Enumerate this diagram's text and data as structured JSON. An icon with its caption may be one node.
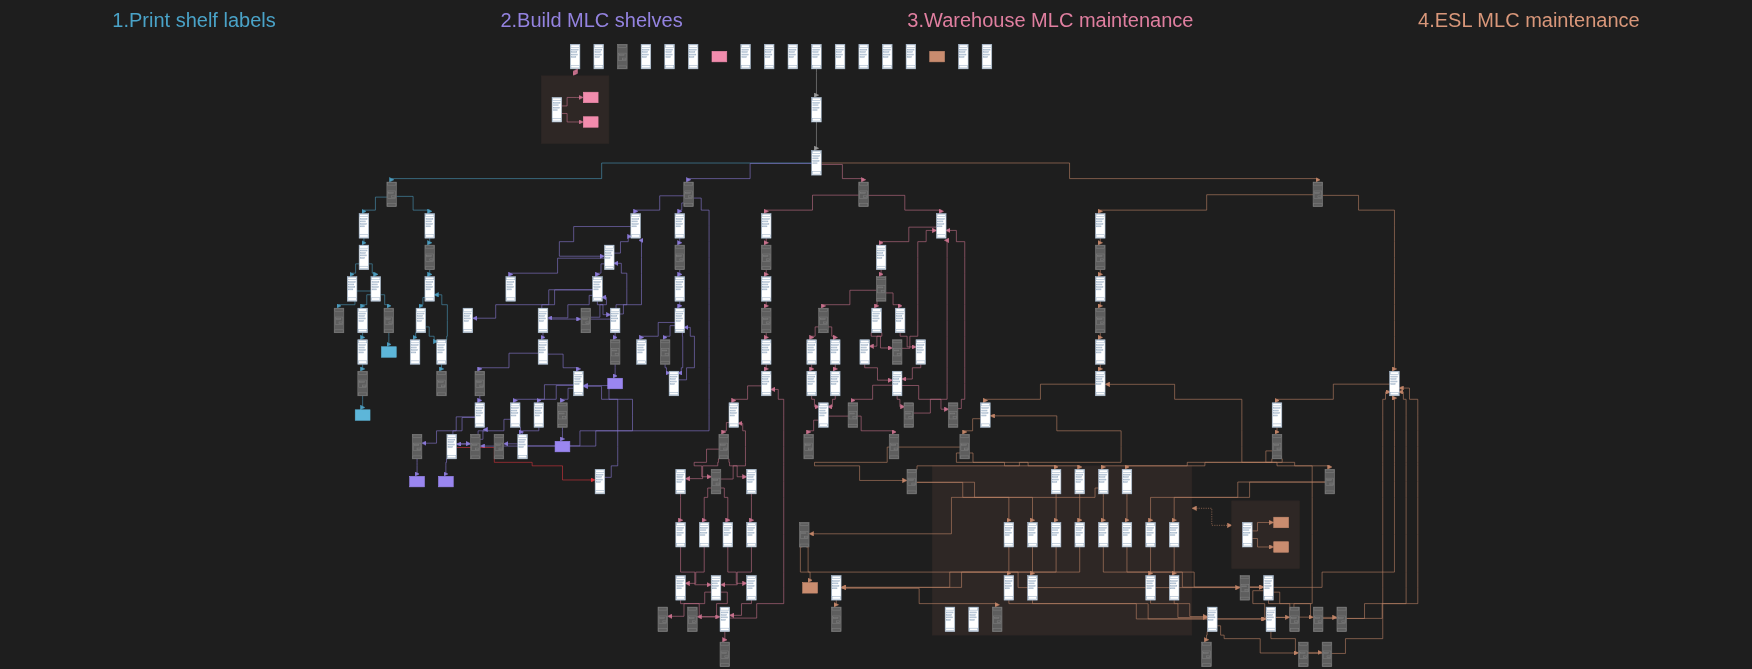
{
  "diagram": {
    "labels": [
      "1.Print shelf labels",
      "2.Build MLC shelves",
      "3.Warehouse MLC maintenance",
      "4.ESL MLC maintenance"
    ],
    "nodes": [
      {
        "text": [],
        "shape": "picture"
      },
      {
        "text": [],
        "shape": "picture"
      },
      {
        "text": [],
        "shape": "picture"
      },
      {
        "text": [],
        "shape": "picture"
      },
      {
        "text": [],
        "shape": "picture"
      },
      {
        "text": [],
        "shape": "picture"
      },
      {
        "text": [],
        "shape": "picture"
      },
      {
        "text": [],
        "shape": "picture"
      },
      {
        "text": [],
        "shape": "picture"
      },
      {
        "text": [],
        "shape": "picture"
      },
      {
        "text": [],
        "shape": "picture"
      },
      {
        "text": [],
        "shape": "picture"
      },
      {
        "text": [],
        "shape": "picture"
      },
      {
        "text": [],
        "shape": "box"
      },
      {
        "text": [],
        "shape": "picture"
      },
      {
        "text": [],
        "shape": "box"
      },
      {
        "text": [],
        "shape": "picture"
      },
      {
        "text": [],
        "shape": "picture"
      },
      {
        "text": [],
        "shape": "picture"
      },
      {
        "text": [],
        "shape": "picture"
      },
      {
        "text": [],
        "shape": "picture"
      },
      {
        "text": [],
        "shape": "picture"
      },
      {
        "text": [],
        "shape": "picture"
      },
      {
        "text": [],
        "shape": "picture"
      },
      {
        "text": [],
        "shape": "picture"
      },
      {
        "text": [],
        "shape": "picture"
      },
      {
        "text": [],
        "shape": "picture"
      },
      {
        "text": [],
        "shape": "picture"
      },
      {
        "text": [],
        "shape": "picture"
      },
      {
        "text": [],
        "shape": "picture"
      },
      {
        "text": [],
        "shape": "picture"
      },
      {
        "text": [],
        "shape": "picture"
      },
      {
        "text": [],
        "shape": "picture"
      },
      {
        "text": [],
        "shape": "picture"
      },
      {
        "text": [],
        "shape": "picture"
      },
      {
        "text": [],
        "shape": "picture"
      },
      {
        "text": [],
        "shape": "picture"
      },
      {
        "text": [],
        "shape": "box"
      },
      {
        "text": [],
        "shape": "picture"
      },
      {
        "text": [],
        "shape": "picture"
      },
      {
        "text": [],
        "shape": "picture"
      },
      {
        "text": [],
        "shape": "picture"
      },
      {
        "text": [],
        "shape": "picture"
      },
      {
        "text": [],
        "shape": "picture"
      },
      {
        "text": [],
        "shape": "picture"
      },
      {
        "text": [],
        "shape": "picture"
      },
      {
        "text": [],
        "shape": "box"
      },
      {
        "text": [],
        "shape": "picture"
      },
      {
        "text": [],
        "shape": "box"
      },
      {
        "text": [],
        "shape": "picture"
      },
      {
        "text": [],
        "shape": "box"
      },
      {
        "text": [],
        "shape": "picture"
      },
      {
        "text": [],
        "shape": "picture"
      },
      {
        "text": [],
        "shape": "picture"
      },
      {
        "text": [],
        "shape": "picture"
      },
      {
        "text": [],
        "shape": "picture"
      },
      {
        "text": [],
        "shape": "picture"
      },
      {
        "text": [],
        "shape": "picture"
      },
      {
        "text": [],
        "shape": "picture"
      },
      {
        "text": [],
        "shape": "picture"
      },
      {
        "text": [],
        "shape": "picture"
      },
      {
        "text": [],
        "shape": "picture"
      },
      {
        "text": [],
        "shape": "picture"
      },
      {
        "text": [],
        "shape": "picture"
      },
      {
        "text": [],
        "shape": "picture"
      },
      {
        "text": [],
        "shape": "picture"
      },
      {
        "text": [],
        "shape": "picture"
      },
      {
        "text": [],
        "shape": "picture"
      },
      {
        "text": [],
        "shape": "picture"
      },
      {
        "text": [],
        "shape": "picture"
      },
      {
        "text": [],
        "shape": "picture"
      },
      {
        "text": [],
        "shape": "picture"
      },
      {
        "text": [],
        "shape": "picture"
      },
      {
        "text": [],
        "shape": "picture"
      },
      {
        "text": [],
        "shape": "picture"
      },
      {
        "text": [],
        "shape": "picture"
      },
      {
        "text": [],
        "shape": "box"
      },
      {
        "text": [],
        "shape": "picture"
      },
      {
        "text": [],
        "shape": "picture"
      },
      {
        "text": [],
        "shape": "picture"
      },
      {
        "text": [],
        "shape": "picture"
      },
      {
        "text": [],
        "shape": "picture"
      },
      {
        "text": [],
        "shape": "picture"
      },
      {
        "text": [],
        "shape": "picture"
      },
      {
        "text": [],
        "shape": "picture"
      },
      {
        "text": [],
        "shape": "picture"
      },
      {
        "text": [],
        "shape": "picture"
      },
      {
        "text": [],
        "shape": "picture"
      },
      {
        "text": [],
        "shape": "picture"
      },
      {
        "text": [],
        "shape": "picture"
      },
      {
        "text": [],
        "shape": "picture"
      },
      {
        "text": [],
        "shape": "picture"
      },
      {
        "text": [],
        "shape": "picture"
      },
      {
        "text": [],
        "shape": "picture"
      },
      {
        "text": [],
        "shape": "picture"
      },
      {
        "text": [],
        "shape": "picture"
      },
      {
        "text": [],
        "shape": "picture"
      },
      {
        "text": [],
        "shape": "picture"
      },
      {
        "text": [],
        "shape": "picture"
      },
      {
        "text": [],
        "shape": "picture"
      },
      {
        "text": [],
        "shape": "picture"
      },
      {
        "text": [],
        "shape": "picture"
      },
      {
        "text": [],
        "shape": "picture"
      },
      {
        "text": [],
        "shape": "picture"
      },
      {
        "text": [],
        "shape": "picture"
      },
      {
        "text": [],
        "shape": "picture"
      },
      {
        "text": [],
        "shape": "picture"
      },
      {
        "text": [],
        "shape": "picture"
      },
      {
        "text": [],
        "shape": "picture"
      },
      {
        "text": [],
        "shape": "box"
      },
      {
        "text": [],
        "shape": "picture",
        "in": 109
      },
      {
        "text": [],
        "shape": "box",
        "in": 109
      },
      {
        "text": [],
        "shape": "box",
        "in": 109
      },
      {
        "text": [],
        "shape": "picture"
      },
      {
        "text": [],
        "shape": "picture"
      },
      {
        "text": [],
        "shape": "picture"
      },
      {
        "text": [],
        "shape": "picture"
      },
      {
        "text": [],
        "shape": "picture"
      },
      {
        "text": [],
        "shape": "picture"
      },
      {
        "text": [],
        "shape": "picture"
      },
      {
        "text": [],
        "shape": "picture"
      },
      {
        "text": [],
        "shape": "picture"
      },
      {
        "text": [],
        "shape": "picture"
      },
      {
        "text": [],
        "shape": "picture"
      },
      {
        "text": [],
        "shape": "picture"
      },
      {
        "text": [],
        "shape": "picture"
      },
      {
        "text": [],
        "shape": "picture"
      },
      {
        "text": [],
        "shape": "picture"
      },
      {
        "text": [],
        "shape": "box"
      },
      {
        "text": [],
        "shape": "picture"
      },
      {
        "text": [],
        "shape": "box"
      },
      {
        "text": [],
        "shape": "picture",
        "in": 130
      },
      {
        "text": [],
        "shape": "picture",
        "in": 130
      },
      {
        "text": [],
        "shape": "picture",
        "in": 130
      },
      {
        "text": [],
        "shape": "picture",
        "in": 130
      },
      {
        "text": [],
        "shape": "box"
      },
      {
        "text": [],
        "shape": "picture",
        "in": 130
      },
      {
        "text": [],
        "shape": "picture",
        "in": 130
      },
      {
        "text": [],
        "shape": "picture",
        "in": 130
      },
      {
        "text": [],
        "shape": "picture",
        "in": 130
      },
      {
        "text": [],
        "shape": "picture"
      },
      {
        "text": [],
        "shape": "picture"
      },
      {
        "text": [],
        "shape": "picture"
      },
      {
        "text": [],
        "shape": "picture"
      },
      {
        "text": [],
        "shape": "picture"
      },
      {
        "text": [],
        "shape": "picture"
      },
      {
        "text": [],
        "shape": "picture"
      },
      {
        "text": [],
        "shape": "picture"
      },
      {
        "text": [],
        "shape": "picture"
      },
      {
        "text": [],
        "shape": "picture"
      },
      {
        "text": [],
        "shape": "picture"
      },
      {
        "text": [],
        "shape": "picture"
      },
      {
        "text": [],
        "shape": "picture"
      },
      {
        "text": [],
        "shape": "picture",
        "in": 130
      },
      {
        "text": [],
        "shape": "picture",
        "in": 130
      },
      {
        "text": [],
        "shape": "picture",
        "in": 130
      },
      {
        "text": [],
        "shape": "picture",
        "in": 130
      },
      {
        "text": [],
        "shape": "picture",
        "in": 130
      },
      {
        "text": [],
        "shape": "picture",
        "in": 130
      },
      {
        "text": [],
        "shape": "picture",
        "in": 130
      },
      {
        "text": [],
        "shape": "picture",
        "in": 130
      },
      {
        "text": [],
        "shape": "picture",
        "in": 130
      },
      {
        "text": [],
        "shape": "picture",
        "in": 130
      },
      {
        "text": [],
        "shape": "picture",
        "in": 130
      },
      {
        "text": [],
        "shape": "picture"
      },
      {
        "text": [],
        "shape": "picture"
      },
      {
        "text": [],
        "shape": "picture"
      },
      {
        "text": [],
        "shape": "picture"
      },
      {
        "text": [],
        "shape": "box"
      },
      {
        "text": [],
        "shape": "picture",
        "in": 168
      },
      {
        "text": [],
        "shape": "box",
        "in": 168
      },
      {
        "text": [],
        "shape": "box",
        "in": 168
      }
    ],
    "edges": [
      {
        "from": 0,
        "to": 2,
        "arrow": "to",
        "color": "#9a9a9a"
      },
      {
        "from": 2,
        "to": 3,
        "arrow": "to",
        "color": "#9a9a9a"
      },
      {
        "from": 3,
        "to": 4,
        "arrow": "to",
        "color": "#4c9bbd"
      },
      {
        "from": 4,
        "to": 5,
        "arrow": "to",
        "color": "#4c9bbd"
      },
      {
        "from": 4,
        "to": 16,
        "arrow": "to",
        "color": "#4c9bbd"
      },
      {
        "from": 5,
        "to": 6,
        "arrow": "to",
        "color": "#4c9bbd"
      },
      {
        "from": 6,
        "to": 7,
        "arrow": "to",
        "color": "#4c9bbd"
      },
      {
        "from": 6,
        "to": 8,
        "arrow": "to",
        "color": "#4c9bbd"
      },
      {
        "from": 8,
        "to": 9,
        "arrow": "to",
        "color": "#4c9bbd"
      },
      {
        "from": 8,
        "to": 10,
        "arrow": "to",
        "color": "#4c9bbd"
      },
      {
        "from": 10,
        "to": 11,
        "arrow": "to",
        "color": "#4c9bbd"
      },
      {
        "from": 11,
        "to": 12,
        "arrow": "to",
        "color": "#4c9bbd"
      },
      {
        "from": 12,
        "to": 13,
        "arrow": "to",
        "color": "#4c9bbd"
      },
      {
        "from": 8,
        "to": 14,
        "arrow": "to",
        "color": "#4c9bbd"
      },
      {
        "from": 14,
        "to": 15,
        "arrow": "to",
        "color": "#4c9bbd"
      },
      {
        "from": 16,
        "to": 17,
        "arrow": "to",
        "color": "#4c9bbd"
      },
      {
        "from": 17,
        "to": 18,
        "arrow": "to",
        "color": "#4c9bbd"
      },
      {
        "from": 18,
        "to": 19,
        "arrow": "to",
        "color": "#4c9bbd"
      },
      {
        "from": 19,
        "to": 20,
        "arrow": "to",
        "color": "#4c9bbd"
      },
      {
        "from": 19,
        "to": 21,
        "arrow": "to",
        "color": "#4c9bbd"
      },
      {
        "from": 21,
        "to": 22,
        "arrow": "to",
        "color": "#4c9bbd"
      },
      {
        "from": 21,
        "to": 18,
        "arrow": "to",
        "color": "#4c9bbd"
      },
      {
        "from": 3,
        "to": 23,
        "arrow": "to",
        "color": "#8a7ad6"
      },
      {
        "from": 23,
        "to": 24,
        "arrow": "to",
        "color": "#8a7ad6"
      },
      {
        "from": 23,
        "to": 52,
        "arrow": "to",
        "color": "#8a7ad6"
      },
      {
        "from": 23,
        "to": 38,
        "arrow": "to",
        "color": "#8a7ad6"
      },
      {
        "from": 24,
        "to": 25,
        "arrow": "to",
        "color": "#8a7ad6"
      },
      {
        "from": 25,
        "to": 24,
        "arrow": "to",
        "color": "#8a7ad6"
      },
      {
        "from": 28,
        "to": 24,
        "arrow": "to",
        "color": "#8a7ad6"
      },
      {
        "from": 25,
        "to": 26,
        "arrow": "to",
        "color": "#8a7ad6"
      },
      {
        "from": 25,
        "to": 29,
        "arrow": "to",
        "color": "#8a7ad6"
      },
      {
        "from": 33,
        "to": 25,
        "arrow": "to",
        "color": "#8a7ad6"
      },
      {
        "from": 29,
        "to": 28,
        "arrow": "to",
        "color": "#8a7ad6"
      },
      {
        "from": 28,
        "to": 29,
        "arrow": "to",
        "color": "#8a7ad6"
      },
      {
        "from": 29,
        "to": 31,
        "arrow": "to",
        "color": "#8a7ad6"
      },
      {
        "from": 29,
        "to": 32,
        "arrow": "to",
        "color": "#8a7ad6"
      },
      {
        "from": 29,
        "to": 33,
        "arrow": "to",
        "color": "#8a7ad6"
      },
      {
        "from": 32,
        "to": 35,
        "arrow": "to",
        "color": "#8a7ad6"
      },
      {
        "from": 33,
        "to": 36,
        "arrow": "to",
        "color": "#8a7ad6"
      },
      {
        "from": 36,
        "to": 37,
        "arrow": "to",
        "color": "#8a7ad6"
      },
      {
        "from": 35,
        "to": 34,
        "arrow": "to",
        "color": "#8a7ad6"
      },
      {
        "from": 34,
        "to": 39,
        "arrow": "to",
        "color": "#8a7ad6"
      },
      {
        "from": 38,
        "to": 39,
        "arrow": "to",
        "color": "#8a7ad6"
      },
      {
        "from": 39,
        "to": 38,
        "arrow": "to",
        "color": "#8a7ad6"
      },
      {
        "from": 35,
        "to": 42,
        "arrow": "to",
        "color": "#8a7ad6"
      },
      {
        "from": 42,
        "to": 43,
        "arrow": "to",
        "color": "#8a7ad6"
      },
      {
        "from": 42,
        "to": 41,
        "arrow": "to",
        "color": "#8a7ad6"
      },
      {
        "from": 41,
        "to": 40,
        "arrow": "to",
        "color": "#8a7ad6"
      },
      {
        "from": 39,
        "to": 45,
        "arrow": "to",
        "color": "#8a7ad6"
      },
      {
        "from": 45,
        "to": 46,
        "arrow": "to",
        "color": "#8a7ad6"
      },
      {
        "from": 42,
        "to": 47,
        "arrow": "to",
        "color": "#8a7ad6"
      },
      {
        "from": 47,
        "to": 48,
        "arrow": "to",
        "color": "#8a7ad6"
      },
      {
        "from": 43,
        "to": 49,
        "arrow": "to",
        "color": "#8a7ad6"
      },
      {
        "from": 49,
        "to": 50,
        "arrow": "to",
        "color": "#8a7ad6"
      },
      {
        "from": 49,
        "to": 51,
        "arrow": "to",
        "color": "#d9363e"
      },
      {
        "from": 51,
        "to": 42,
        "arrow": "to",
        "color": "#8a7ad6"
      },
      {
        "from": 43,
        "to": 44,
        "arrow": "to",
        "color": "#8a7ad6"
      },
      {
        "from": 44,
        "to": 42,
        "arrow": "to",
        "color": "#8a7ad6"
      },
      {
        "from": 52,
        "to": 53,
        "arrow": "to",
        "color": "#8a7ad6"
      },
      {
        "from": 53,
        "to": 54,
        "arrow": "to",
        "color": "#8a7ad6"
      },
      {
        "from": 54,
        "to": 55,
        "arrow": "to",
        "color": "#8a7ad6"
      },
      {
        "from": 55,
        "to": 56,
        "arrow": "to",
        "color": "#8a7ad6"
      },
      {
        "from": 55,
        "to": 57,
        "arrow": "to",
        "color": "#8a7ad6"
      },
      {
        "from": 57,
        "to": 58,
        "arrow": "to",
        "color": "#8a7ad6"
      },
      {
        "from": 55,
        "to": 58,
        "arrow": "to",
        "color": "#8a7ad6"
      },
      {
        "from": 58,
        "to": 55,
        "arrow": "to",
        "color": "#8a7ad6"
      },
      {
        "from": 3,
        "to": 59,
        "arrow": "to",
        "color": "#c7718c"
      },
      {
        "from": 59,
        "to": 60,
        "arrow": "to",
        "color": "#c7718c"
      },
      {
        "from": 60,
        "to": 61,
        "arrow": "to",
        "color": "#c7718c"
      },
      {
        "from": 61,
        "to": 62,
        "arrow": "to",
        "color": "#c7718c"
      },
      {
        "from": 62,
        "to": 63,
        "arrow": "to",
        "color": "#c7718c"
      },
      {
        "from": 63,
        "to": 64,
        "arrow": "to",
        "color": "#c7718c"
      },
      {
        "from": 59,
        "to": 65,
        "arrow": "to",
        "color": "#c7718c"
      },
      {
        "from": 65,
        "to": 67,
        "arrow": "to",
        "color": "#c7718c"
      },
      {
        "from": 67,
        "to": 69,
        "arrow": "to",
        "color": "#c7718c"
      },
      {
        "from": 69,
        "to": 70,
        "arrow": "to",
        "color": "#c7718c"
      },
      {
        "from": 69,
        "to": 72,
        "arrow": "to",
        "color": "#c7718c"
      },
      {
        "from": 69,
        "to": 73,
        "arrow": "to",
        "color": "#c7718c"
      },
      {
        "from": 70,
        "to": 74,
        "arrow": "to",
        "color": "#c7718c"
      },
      {
        "from": 70,
        "to": 75,
        "arrow": "to",
        "color": "#c7718c"
      },
      {
        "from": 71,
        "to": 65,
        "arrow": "to",
        "color": "#c7718c"
      },
      {
        "from": 72,
        "to": 71,
        "arrow": "to",
        "color": "#c7718c"
      },
      {
        "from": 72,
        "to": 77,
        "arrow": "to",
        "color": "#c7718c"
      },
      {
        "from": 73,
        "to": 78,
        "arrow": "to",
        "color": "#c7718c"
      },
      {
        "from": 74,
        "to": 79,
        "arrow": "to",
        "color": "#c7718c"
      },
      {
        "from": 75,
        "to": 80,
        "arrow": "to",
        "color": "#c7718c"
      },
      {
        "from": 77,
        "to": 82,
        "arrow": "to",
        "color": "#c7718c"
      },
      {
        "from": 78,
        "to": 82,
        "arrow": "to",
        "color": "#c7718c"
      },
      {
        "from": 79,
        "to": 84,
        "arrow": "to",
        "color": "#c7718c"
      },
      {
        "from": 80,
        "to": 84,
        "arrow": "to",
        "color": "#c7718c"
      },
      {
        "from": 82,
        "to": 83,
        "arrow": "to",
        "color": "#c7718c"
      },
      {
        "from": 84,
        "to": 85,
        "arrow": "to",
        "color": "#c7718c"
      },
      {
        "from": 82,
        "to": 86,
        "arrow": "to",
        "color": "#c7718c"
      },
      {
        "from": 84,
        "to": 87,
        "arrow": "to",
        "color": "#c7718c"
      },
      {
        "from": 82,
        "to": 81,
        "arrow": "to",
        "color": "#c7718c"
      },
      {
        "from": 86,
        "to": 65,
        "arrow": "to",
        "color": "#c7718c"
      },
      {
        "from": 81,
        "to": 65,
        "arrow": "to",
        "color": "#c7718c"
      },
      {
        "from": 64,
        "to": 88,
        "arrow": "to",
        "color": "#c7718c"
      },
      {
        "from": 107,
        "to": 88,
        "arrow": "to",
        "color": "#c7718c"
      },
      {
        "from": 88,
        "to": 90,
        "arrow": "to",
        "color": "#c7718c"
      },
      {
        "from": 90,
        "to": 92,
        "arrow": "to",
        "color": "#c7718c"
      },
      {
        "from": 92,
        "to": 93,
        "arrow": "to",
        "color": "#c7718c"
      },
      {
        "from": 93,
        "to": 90,
        "arrow": "to",
        "color": "#c7718c"
      },
      {
        "from": 92,
        "to": 94,
        "arrow": "to",
        "color": "#c7718c"
      },
      {
        "from": 92,
        "to": 95,
        "arrow": "to",
        "color": "#c7718c"
      },
      {
        "from": 93,
        "to": 96,
        "arrow": "to",
        "color": "#c7718c"
      },
      {
        "from": 93,
        "to": 97,
        "arrow": "to",
        "color": "#c7718c"
      },
      {
        "from": 94,
        "to": 100,
        "arrow": "to",
        "color": "#c7718c"
      },
      {
        "from": 95,
        "to": 101,
        "arrow": "to",
        "color": "#c7718c"
      },
      {
        "from": 96,
        "to": 102,
        "arrow": "to",
        "color": "#c7718c"
      },
      {
        "from": 97,
        "to": 103,
        "arrow": "to",
        "color": "#c7718c"
      },
      {
        "from": 100,
        "to": 105,
        "arrow": "to",
        "color": "#c7718c"
      },
      {
        "from": 101,
        "to": 105,
        "arrow": "to",
        "color": "#c7718c"
      },
      {
        "from": 102,
        "to": 107,
        "arrow": "to",
        "color": "#c7718c"
      },
      {
        "from": 103,
        "to": 107,
        "arrow": "to",
        "color": "#c7718c"
      },
      {
        "from": 105,
        "to": 106,
        "arrow": "to",
        "color": "#c7718c"
      },
      {
        "from": 107,
        "to": 108,
        "arrow": "to",
        "color": "#c7718c"
      },
      {
        "from": 105,
        "to": 104,
        "arrow": "to",
        "color": "#c7718c"
      },
      {
        "from": 99,
        "to": 109,
        "arrow": "both",
        "style": "dashed",
        "color": "#c7718c"
      },
      {
        "from": 110,
        "to": 111,
        "arrow": "to",
        "color": "#c7718c"
      },
      {
        "from": 110,
        "to": 112,
        "arrow": "to",
        "color": "#c7718c"
      },
      {
        "from": 3,
        "to": 115,
        "arrow": "to",
        "color": "#c08468"
      },
      {
        "from": 115,
        "to": 116,
        "arrow": "to",
        "color": "#c08468"
      },
      {
        "from": 116,
        "to": 117,
        "arrow": "to",
        "color": "#c08468"
      },
      {
        "from": 117,
        "to": 118,
        "arrow": "to",
        "color": "#c08468"
      },
      {
        "from": 118,
        "to": 119,
        "arrow": "to",
        "color": "#c08468"
      },
      {
        "from": 119,
        "to": 120,
        "arrow": "to",
        "color": "#c08468"
      },
      {
        "from": 115,
        "to": 121,
        "arrow": "to",
        "color": "#c08468"
      },
      {
        "from": 121,
        "to": 123,
        "arrow": "to",
        "color": "#c08468"
      },
      {
        "from": 123,
        "to": 125,
        "arrow": "to",
        "color": "#c08468"
      },
      {
        "from": 125,
        "to": 126,
        "arrow": "to",
        "color": "#c08468"
      },
      {
        "from": 125,
        "to": 131,
        "arrow": "to",
        "color": "#c08468"
      },
      {
        "from": 125,
        "to": 132,
        "arrow": "to",
        "color": "#c08468"
      },
      {
        "from": 126,
        "to": 133,
        "arrow": "to",
        "color": "#c08468"
      },
      {
        "from": 126,
        "to": 134,
        "arrow": "to",
        "color": "#c08468"
      },
      {
        "from": 129,
        "to": 127,
        "arrow": "to",
        "color": "#c08468"
      },
      {
        "from": 129,
        "to": 128,
        "arrow": "to",
        "color": "#c08468"
      },
      {
        "from": 127,
        "to": 121,
        "arrow": "to",
        "color": "#c08468"
      },
      {
        "from": 131,
        "to": 129,
        "arrow": "to",
        "color": "#c08468"
      },
      {
        "from": 131,
        "to": 136,
        "arrow": "to",
        "color": "#c08468"
      },
      {
        "from": 132,
        "to": 137,
        "arrow": "to",
        "color": "#c08468"
      },
      {
        "from": 133,
        "to": 138,
        "arrow": "to",
        "color": "#c08468"
      },
      {
        "from": 134,
        "to": 139,
        "arrow": "to",
        "color": "#c08468"
      },
      {
        "from": 136,
        "to": 141,
        "arrow": "to",
        "color": "#c08468"
      },
      {
        "from": 137,
        "to": 141,
        "arrow": "to",
        "color": "#c08468"
      },
      {
        "from": 138,
        "to": 143,
        "arrow": "to",
        "color": "#c08468"
      },
      {
        "from": 139,
        "to": 143,
        "arrow": "to",
        "color": "#c08468"
      },
      {
        "from": 141,
        "to": 142,
        "arrow": "to",
        "color": "#c08468"
      },
      {
        "from": 143,
        "to": 144,
        "arrow": "to",
        "color": "#c08468"
      },
      {
        "from": 141,
        "to": 145,
        "arrow": "to",
        "color": "#c08468"
      },
      {
        "from": 143,
        "to": 146,
        "arrow": "to",
        "color": "#c08468"
      },
      {
        "from": 141,
        "to": 140,
        "arrow": "to",
        "color": "#c08468"
      },
      {
        "from": 140,
        "to": 121,
        "arrow": "to",
        "color": "#c08468"
      },
      {
        "from": 145,
        "to": 121,
        "arrow": "to",
        "color": "#c08468"
      },
      {
        "from": 146,
        "to": 121,
        "arrow": "to",
        "color": "#c08468"
      },
      {
        "from": 120,
        "to": 147,
        "arrow": "to",
        "color": "#c08468"
      },
      {
        "from": 166,
        "to": 147,
        "arrow": "to",
        "color": "#c08468"
      },
      {
        "from": 147,
        "to": 149,
        "arrow": "to",
        "color": "#c08468"
      },
      {
        "from": 149,
        "to": 151,
        "arrow": "to",
        "color": "#c08468"
      },
      {
        "from": 151,
        "to": 152,
        "arrow": "to",
        "color": "#c08468"
      },
      {
        "from": 152,
        "to": 149,
        "arrow": "to",
        "color": "#c08468"
      },
      {
        "from": 151,
        "to": 153,
        "arrow": "to",
        "color": "#c08468"
      },
      {
        "from": 151,
        "to": 154,
        "arrow": "to",
        "color": "#c08468"
      },
      {
        "from": 152,
        "to": 155,
        "arrow": "to",
        "color": "#c08468"
      },
      {
        "from": 152,
        "to": 156,
        "arrow": "to",
        "color": "#c08468"
      },
      {
        "from": 153,
        "to": 159,
        "arrow": "to",
        "color": "#c08468"
      },
      {
        "from": 154,
        "to": 160,
        "arrow": "to",
        "color": "#c08468"
      },
      {
        "from": 155,
        "to": 161,
        "arrow": "to",
        "color": "#c08468"
      },
      {
        "from": 156,
        "to": 162,
        "arrow": "to",
        "color": "#c08468"
      },
      {
        "from": 159,
        "to": 164,
        "arrow": "to",
        "color": "#c08468"
      },
      {
        "from": 160,
        "to": 164,
        "arrow": "to",
        "color": "#c08468"
      },
      {
        "from": 161,
        "to": 166,
        "arrow": "to",
        "color": "#c08468"
      },
      {
        "from": 162,
        "to": 166,
        "arrow": "to",
        "color": "#c08468"
      },
      {
        "from": 164,
        "to": 165,
        "arrow": "to",
        "color": "#c08468"
      },
      {
        "from": 166,
        "to": 167,
        "arrow": "to",
        "color": "#c08468"
      },
      {
        "from": 164,
        "to": 163,
        "arrow": "to",
        "color": "#c08468"
      },
      {
        "from": 130,
        "to": 168,
        "arrow": "both",
        "style": "dashed",
        "color": "#c08468"
      },
      {
        "from": 169,
        "to": 170,
        "arrow": "to",
        "color": "#c08468"
      },
      {
        "from": 169,
        "to": 171,
        "arrow": "to",
        "color": "#c08468"
      }
    ]
  }
}
